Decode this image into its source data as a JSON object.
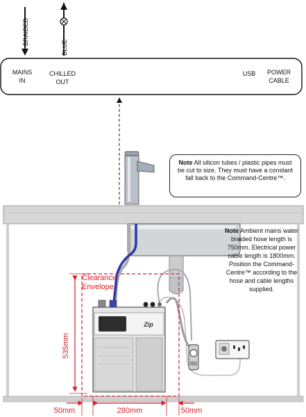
{
  "wall_box": {
    "labels": {
      "mains_in_1": "MAINS",
      "mains_in_2": "IN",
      "chilled_out_1": "CHILLED",
      "chilled_out_2": "OUT",
      "usb": "USB",
      "power_cable_1": "POWER",
      "power_cable_2": "CABLE"
    }
  },
  "pipes": {
    "braided": "BRAIDED",
    "blue": "BLUE"
  },
  "note_top": {
    "title": "Note",
    "body": "All silicon tubes / plastic pipes must be cut to size. They must have a constant fall back to the Command-Centre™."
  },
  "note_right": {
    "title": "Note",
    "body": "Ambient mains water braided hose length is 750mm. Electrical power cable length is 1800mm. Position the Command-Centre™ according to the hose and cable lengths supplied."
  },
  "clearance": {
    "label_1": "Clearance",
    "label_2": "Envelope"
  },
  "dimensions": {
    "height": "535mm",
    "width": "280mm",
    "left_gap": "50mm",
    "right_gap": "50mm"
  },
  "colors": {
    "dimension": "#d61f26",
    "blue_pipe": "#2a37a8",
    "outline": "#222222",
    "cabinet": "#c8c8c8"
  }
}
